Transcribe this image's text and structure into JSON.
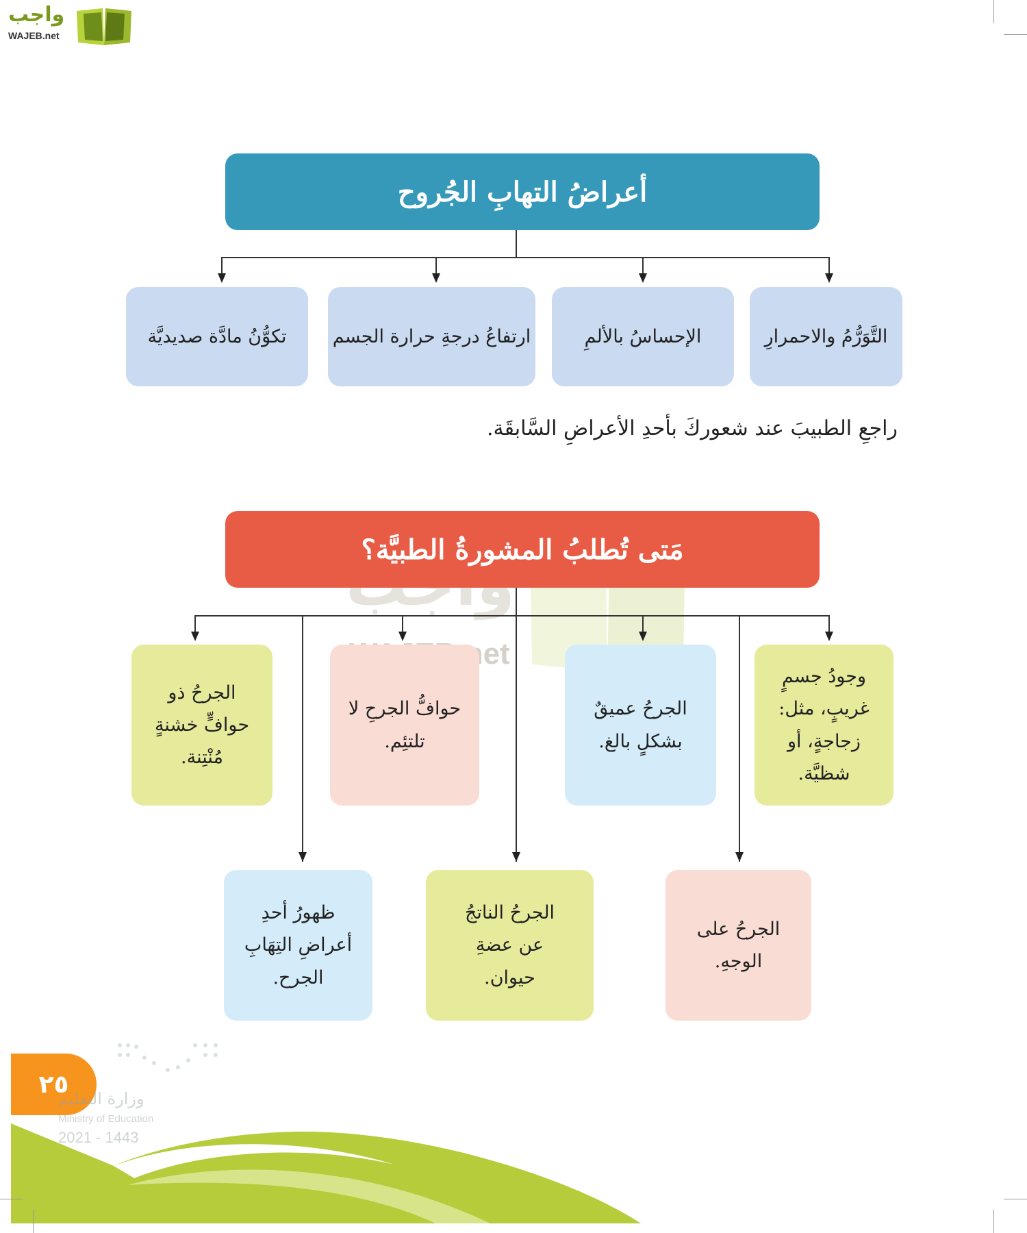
{
  "logo": {
    "arabic": "واجب",
    "latin": "WAJEB.net"
  },
  "symptoms": {
    "title": "أعراضُ التهابِ الجُروح",
    "color": "#3799b9",
    "items": [
      "التَّوَرُّمُ والاحمرارِ",
      "الإحساسُ بالألمِ",
      "ارتفاعُ درجةِ حرارة الجسم",
      "تكوُّنُ مادَّة صديديَّة"
    ],
    "item_color": "#c9daf1"
  },
  "note": "راجعِ الطبيبَ عند شعوركَ بأحدِ الأعراضِ السَّابقَة.",
  "consult": {
    "title": "مَتى تُطلبُ المشورةُ الطبيَّة؟",
    "color": "#e85c45",
    "row1": [
      {
        "lines": [
          "وجودُ جسمٍ",
          "غريبٍ، مثل:",
          "زجاجةٍ، أو",
          "شظيَّة."
        ],
        "color": "#e6eb9c"
      },
      {
        "lines": [
          "الجرحُ عميقٌ",
          "بشكلٍ بالغ."
        ],
        "color": "#d4ecf9"
      },
      {
        "lines": [
          "حوافُّ الجرحِ لا",
          "تلتئِم."
        ],
        "color": "#f9dcd3"
      },
      {
        "lines": [
          "الجرحُ ذو",
          "حوافٍّ خشنةٍ",
          "مُنْتِنة."
        ],
        "color": "#e6eb9c"
      }
    ],
    "row2": [
      {
        "lines": [
          "الجرحُ على",
          "الوجهِ."
        ],
        "color": "#f9dcd3"
      },
      {
        "lines": [
          "الجرحُ الناتجُ",
          "عن عضةِ",
          "حيوان."
        ],
        "color": "#e6eb9c"
      },
      {
        "lines": [
          "ظهورُ أحدِ",
          "أعراضِ التِهَابِ",
          "الجرح."
        ],
        "color": "#d4ecf9"
      }
    ]
  },
  "page_number": "٢٥",
  "ministry": {
    "arabic": "وزارة التعليم",
    "english": "Ministry of Education",
    "year": "2021 - 1443"
  },
  "watermark": {
    "arabic": "واجب",
    "latin": "WAJEB.net"
  },
  "colors": {
    "page_badge": "#f7941d",
    "wave": "#b6cc3a"
  }
}
